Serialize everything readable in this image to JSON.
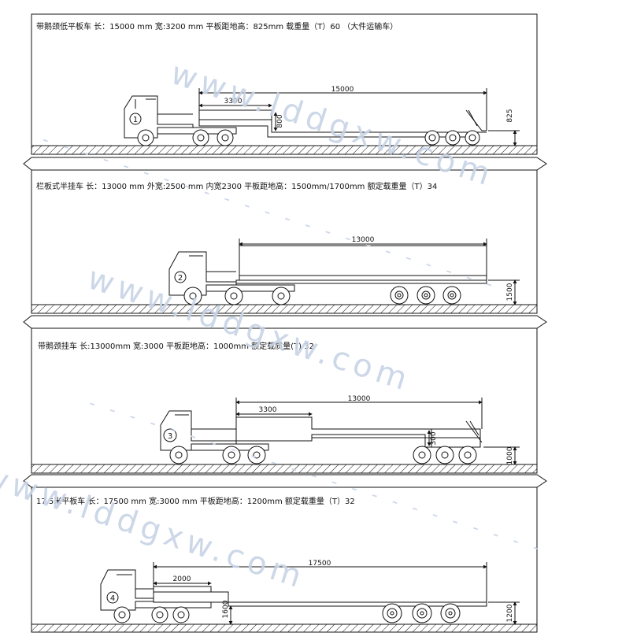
{
  "watermark": {
    "text": "www.lddgxw.com",
    "dash_text": "- - - - - - - - - - - - - - - - - - - - - - -"
  },
  "panels": [
    {
      "caption": "带鹅颈低平板车  长：15000 mm 宽:3200 mm 平板距地高：825mm  载重量（T）60  （大件运输车）",
      "number": "1",
      "dims": {
        "total": "15000",
        "neck": "3300",
        "step": "800",
        "height": "825"
      }
    },
    {
      "caption": "栏板式半挂车  长：13000 mm 外宽:2500 mm  内宽2300 平板距地高：1500mm/1700mm  额定载重量（T）34",
      "number": "2",
      "dims": {
        "total": "13000",
        "height": "1500"
      }
    },
    {
      "caption": "带鹅颈挂车  长:13000mm  宽:3000 平板距地高：1000mm   额定载质量(T) 32",
      "number": "3",
      "dims": {
        "total": "13000",
        "neck": "3300",
        "step": "300",
        "height": "1000"
      }
    },
    {
      "caption": "17.5米平板车  长：17500 mm 宽:3000 mm 平板距地高：1200mm  额定载重量（T）32",
      "number": "4",
      "dims": {
        "total": "17500",
        "neck": "2000",
        "step": "1600",
        "height": "1200"
      }
    }
  ]
}
